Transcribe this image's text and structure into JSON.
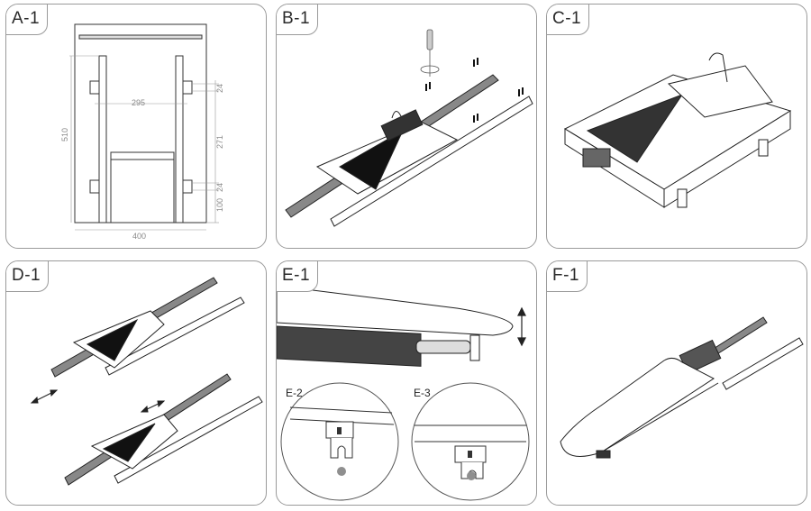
{
  "figure": {
    "panels": [
      {
        "id": "A-1",
        "label": "A-1",
        "content": "front-view-dimension-drawing"
      },
      {
        "id": "B-1",
        "label": "B-1",
        "content": "rail-mounting-with-screws"
      },
      {
        "id": "C-1",
        "label": "C-1",
        "content": "folded-ironing-board-unit"
      },
      {
        "id": "D-1",
        "label": "D-1",
        "content": "sliding-extension-motion"
      },
      {
        "id": "E-1",
        "label": "E-1",
        "content": "board-height-adjustment"
      },
      {
        "id": "F-1",
        "label": "F-1",
        "content": "fully-extended-ironing-board"
      }
    ],
    "dimensions": {
      "overall_width": "400",
      "overall_height": "510",
      "bracket_spacing_horizontal": "295",
      "bracket_height_top": "24",
      "bracket_spacing_vertical": "271",
      "bracket_height_bottom": "24",
      "bottom_offset": "100"
    },
    "detail_labels": {
      "e2": "E-2",
      "e3": "E-3"
    },
    "colors": {
      "line": "#2a2a2a",
      "frame": "#9a9a9a",
      "dimension": "#8a8a8a",
      "pin_marker": "#8f8f8f"
    }
  }
}
